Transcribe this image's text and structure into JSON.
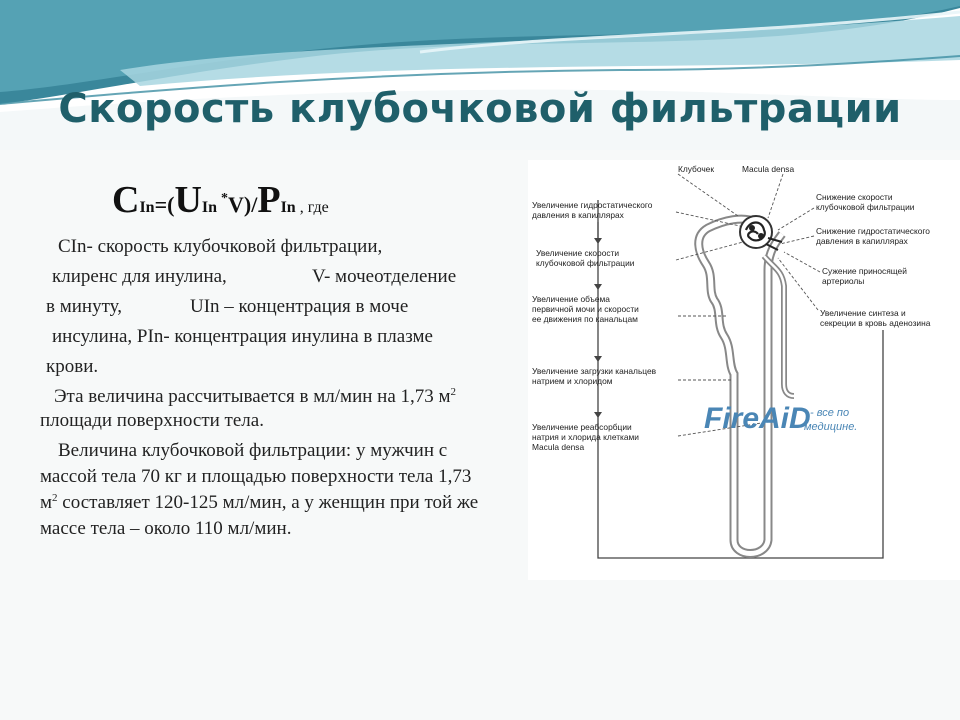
{
  "slide": {
    "title": "Скорость клубочковой фильтрации"
  },
  "formula": {
    "c": "C",
    "c_sub": "In",
    "eq": "=(",
    "u": "U",
    "u_sub": "In",
    "mult": "*",
    "v": "V)/",
    "p": "P",
    "p_sub": "In",
    "tail": " , где"
  },
  "text_lines": [
    "CIn- скорость клубочковой фильтрации,",
    "клиренс для инулина,",
    "V- мочеотделение",
    "в минуту,",
    "UIn – концентрация в моче",
    "инсулина, PIn- концентрация инулина в  плазме",
    "крови.",
    "Эта величина рассчитывается в мл/мин на 1,73 м",
    "площади поверхности тела.",
    "Величина клубочковой фильтрации: у мужчин с",
    "массой тела 70 кг и площадью поверхности тела 1,73",
    "м",
    " составляет 120-125 мл/мин, а у женщин при той же",
    "массе тела – около 110 мл/мин."
  ],
  "superscript_2": "2",
  "figure": {
    "labels_top": [
      "Клубочек",
      "Macula densa"
    ],
    "left_labels": [
      [
        "Увеличение гидростатического",
        "давления в капиллярах"
      ],
      [
        "Увеличение скорости",
        "клубочковой фильтрации"
      ],
      [
        "Увеличение объема",
        "первичной мочи и скорости",
        "ее движения по канальцам"
      ],
      [
        "Увеличение загрузки канальцев",
        "натрием и хлоридом"
      ],
      [
        "Увеличение реабсорбции",
        "натрия и хлорида клетками",
        "Macula densa"
      ]
    ],
    "right_labels": [
      [
        "Снижение скорости",
        "клубочковой фильтрации"
      ],
      [
        "Снижение гидростатического",
        "давления в капиллярах"
      ],
      [
        "Сужение приносящей",
        "артериолы"
      ],
      [
        "Увеличение синтеза и",
        "секреции в кровь аденозина"
      ]
    ],
    "watermark": {
      "brand": "FireAiD",
      "tagline": [
        "- все по",
        "медицине."
      ]
    }
  },
  "colors": {
    "title": "#1f5f6a",
    "wave_dark": "#3f8fa3",
    "wave_light": "#b9dde6"
  }
}
